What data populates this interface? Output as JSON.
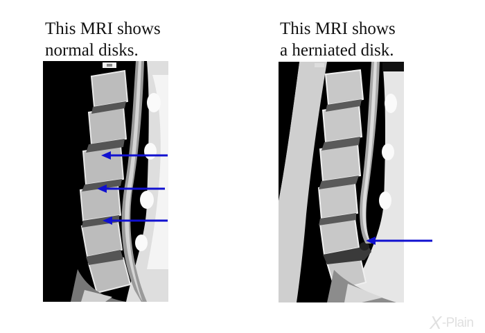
{
  "figure_left": {
    "caption_line1": "This MRI shows",
    "caption_line2": "normal disks."
  },
  "figure_right": {
    "caption_line1": "This MRI shows",
    "caption_line2": "a herniated disk."
  },
  "arrow_color": "#1010d0",
  "logo": {
    "mark": "X",
    "text": "-Plain",
    "color": "#e0e0e0"
  }
}
